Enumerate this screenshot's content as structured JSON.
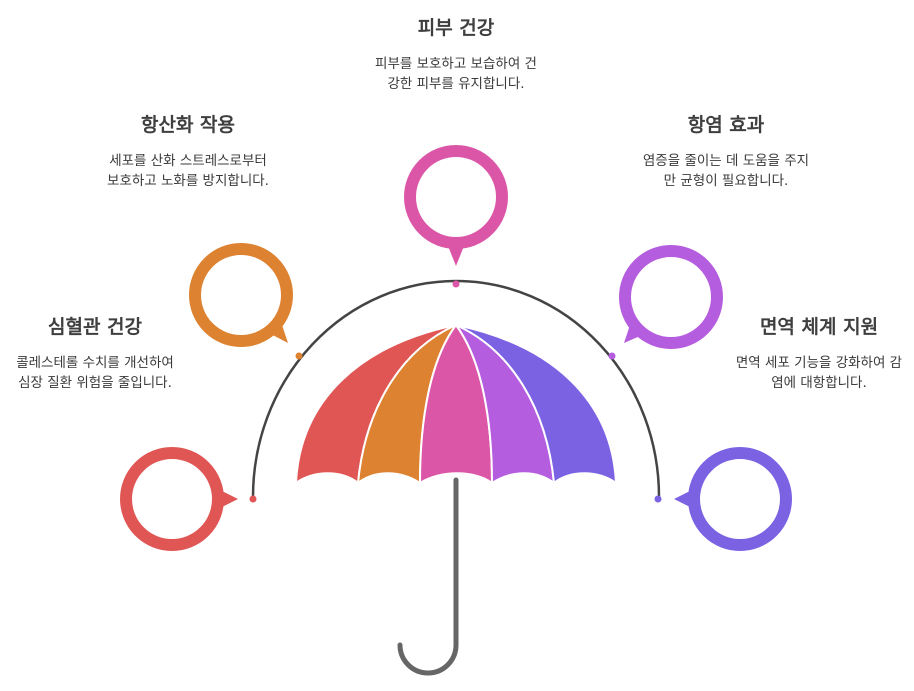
{
  "items": [
    {
      "title": "심혈관 건강",
      "desc": "콜레스테롤 수치를 개선하여 심장 질환 위험을 줄입니다.",
      "color": "#e05654"
    },
    {
      "title": "항산화 작용",
      "desc": "세포를 산화 스트레스로부터 보호하고 노화를 방지합니다.",
      "color": "#dd8231"
    },
    {
      "title": "피부 건강",
      "desc": "피부를 보호하고 보습하여 건강한 피부를 유지합니다.",
      "color": "#dc56a8"
    },
    {
      "title": "항염 효과",
      "desc": "염증을 줄이는 데 도움을 주지만 균형이 필요합니다.",
      "color": "#b55ddf"
    },
    {
      "title": "면역 체계 지원",
      "desc": "면역 세포 기능을 강화하여 감염에 대항합니다.",
      "color": "#7b62e3"
    }
  ],
  "colors": {
    "arc": "#444444",
    "handle": "#666666"
  }
}
